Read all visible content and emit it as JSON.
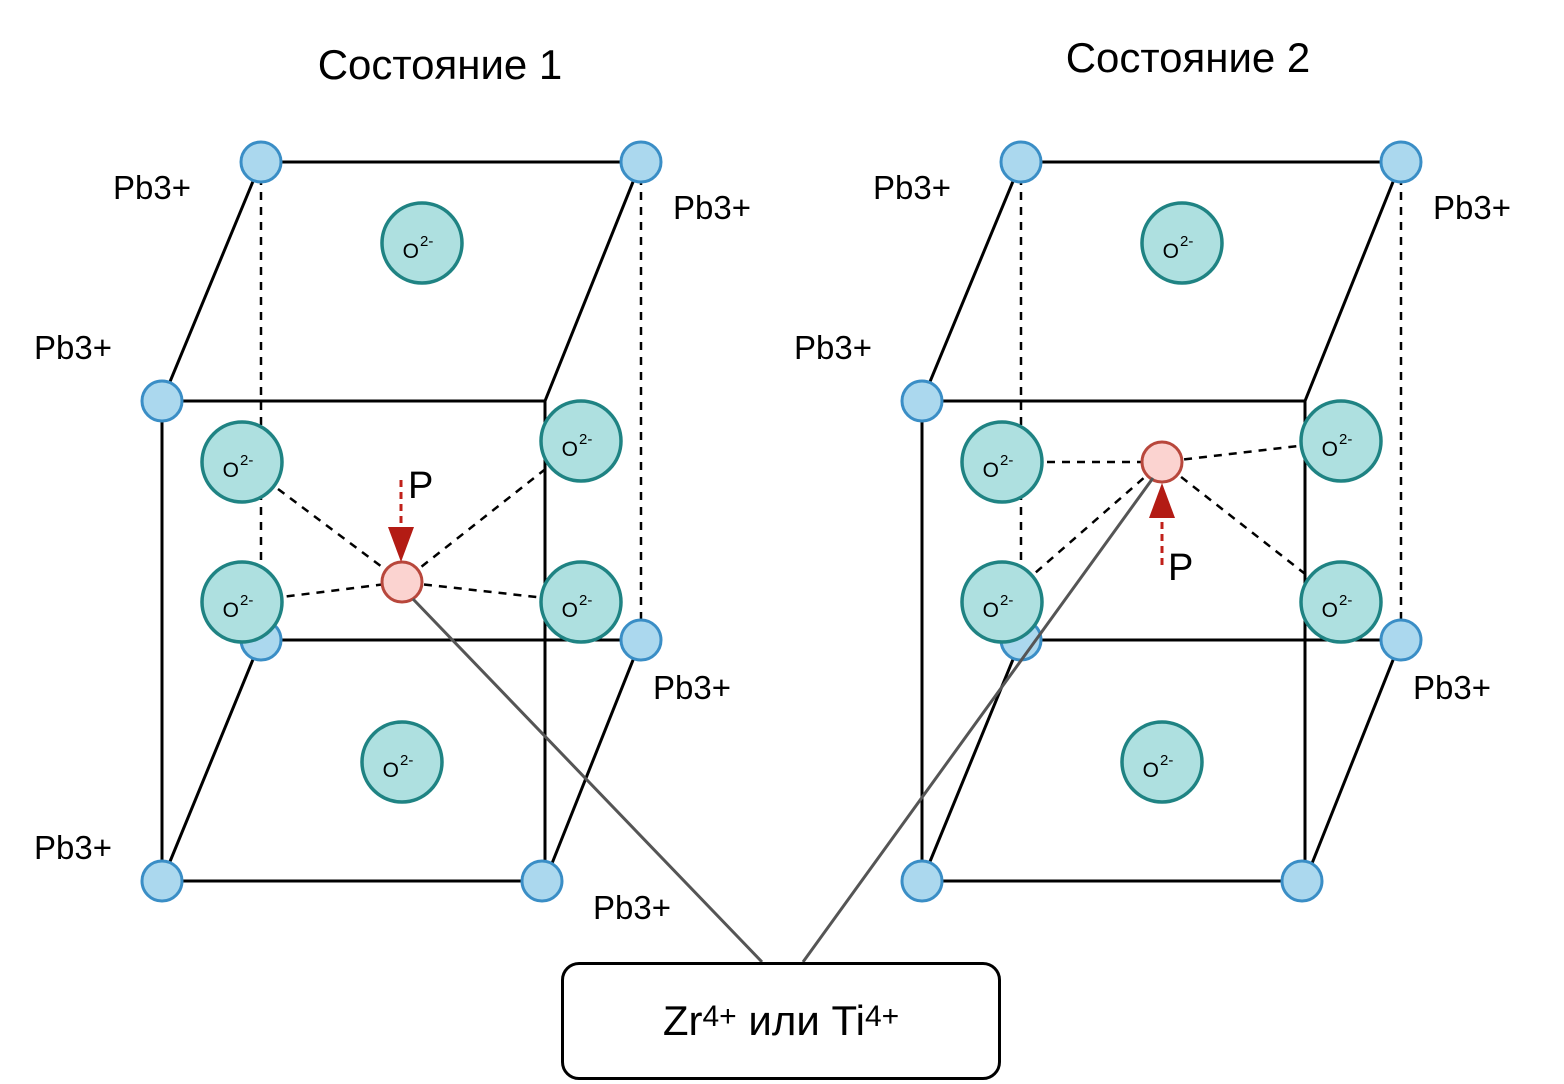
{
  "states": [
    {
      "title": "Состояние 1",
      "lead_ion_labels": [
        "Pb3+",
        "Pb3+",
        "Pb3+",
        "Pb3+",
        "Pb3+",
        "Pb3+"
      ],
      "oxygen_label": "O",
      "oxygen_charge": "2-",
      "polarization_label": "P",
      "polarization_direction": "down"
    },
    {
      "title": "Состояние 2",
      "lead_ion_labels": [
        "Pb3+",
        "Pb3+",
        "Pb3+",
        "Pb3+"
      ],
      "oxygen_label": "O",
      "oxygen_charge": "2-",
      "polarization_label": "P",
      "polarization_direction": "up"
    }
  ],
  "b_site_callout": {
    "zr": "Zr",
    "zr_charge": "4+",
    "connector": "или",
    "ti": "Ti",
    "ti_charge": "4+"
  },
  "colors": {
    "lead_ion": "#abd8ee",
    "oxygen_ion": "#aee0e0",
    "b_site_ion": "#fbd3d0",
    "polarization_arrow": "#c0201a"
  }
}
